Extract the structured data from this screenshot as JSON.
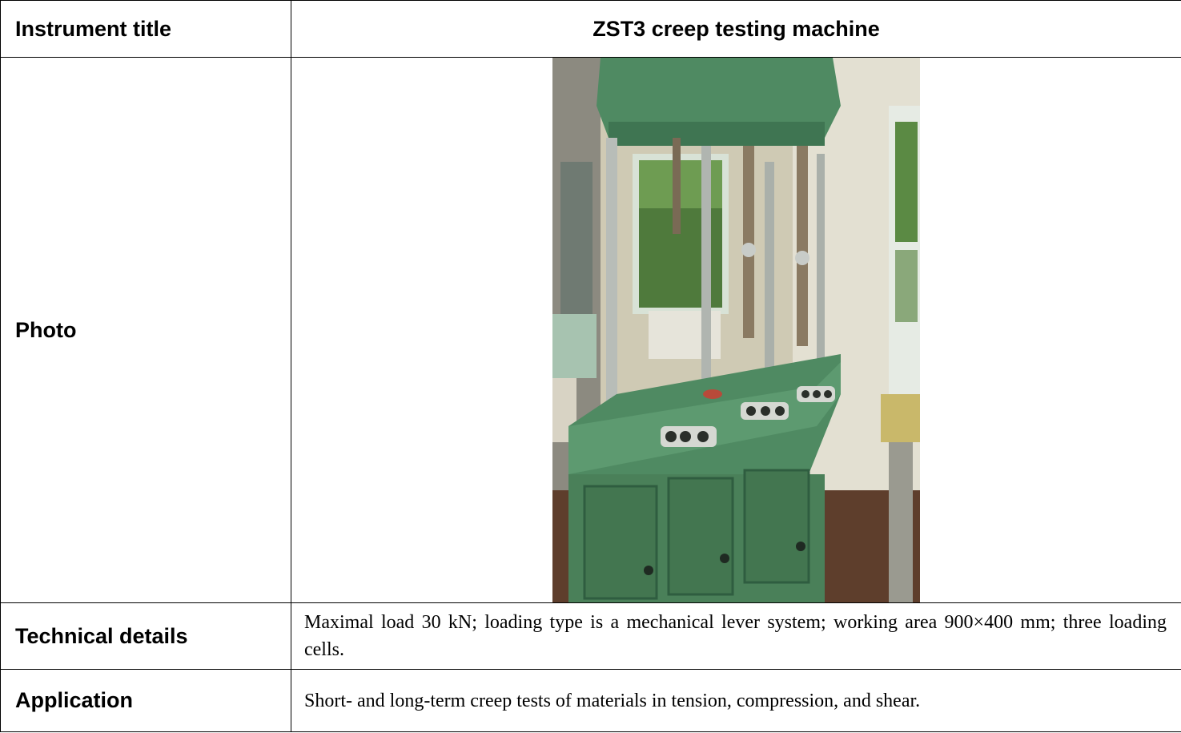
{
  "table": {
    "rows": [
      {
        "label": "Instrument title",
        "value": "ZST3 creep testing machine"
      },
      {
        "label": "Photo"
      },
      {
        "label": "Technical details",
        "value": "Maximal load 30 kN; loading type is a mechanical lever system; working area 900×400 mm; three loading cells."
      },
      {
        "label": "Application",
        "value": "Short- and long-term creep tests of materials in tension, compression, and shear."
      }
    ]
  },
  "photo": {
    "subject": "green three-station creep testing machine in a laboratory",
    "colors": {
      "machine_green": "#4f8a62",
      "machine_dark": "#2f5d40",
      "wall": "#d9d6c4",
      "window_frame": "#e8ede6",
      "floor": "#5a3a2a",
      "rod": "#b8bdb8"
    }
  }
}
